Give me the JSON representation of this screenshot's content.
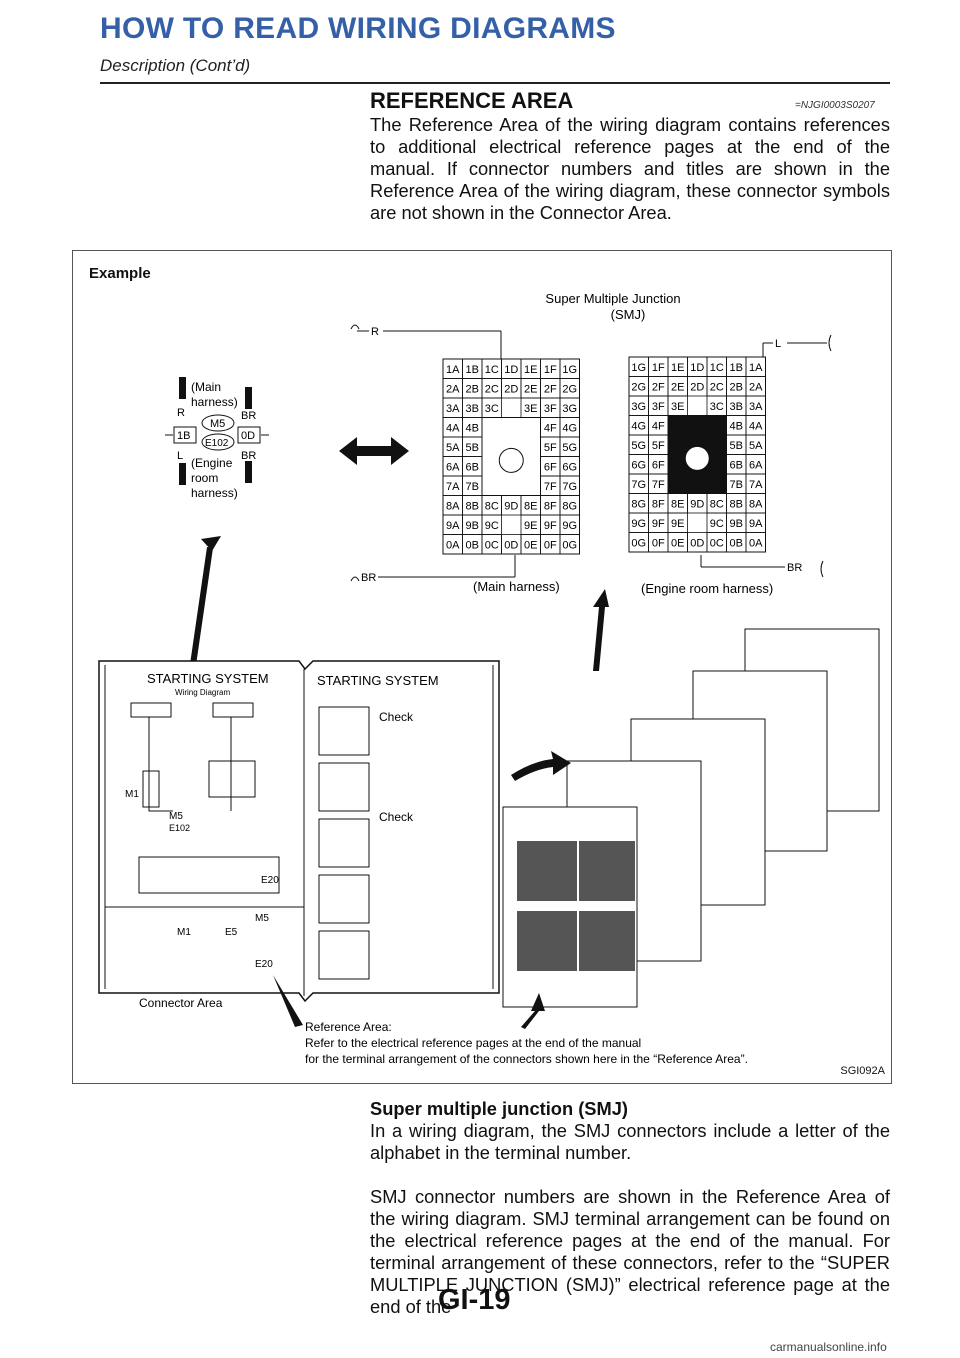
{
  "header": {
    "title": "HOW TO READ WIRING DIAGRAMS",
    "subtitle": "Description (Cont’d)"
  },
  "section": {
    "heading": "REFERENCE AREA",
    "code": "=NJGI0003S0207",
    "paragraph": "The Reference Area of the wiring diagram contains references to additional electrical reference pages at the end of the manual. If connector numbers and titles are shown in the Reference Area of the wiring diagram, these connector symbols are not shown in the Connector Area."
  },
  "figure": {
    "example_label": "Example",
    "smj_title_line1": "Super Multiple Junction",
    "smj_title_line2": "(SMJ)",
    "main_harness_caption": "(Main harness)",
    "engine_harness_caption": "(Engine room harness)",
    "connector_label": {
      "main": "(Main",
      "harness": "harness)",
      "engine": "(Engine",
      "room": "room",
      "harness2": "harness)",
      "m5": "M5",
      "e102": "E102",
      "pin_left": "1B",
      "pin_right": "0D",
      "color_r": "R",
      "color_l": "L",
      "color_br1": "BR",
      "color_br2": "BR"
    },
    "wire_r": "R",
    "wire_br_left": "BR",
    "wire_l": "L",
    "wire_br_right": "BR",
    "main_grid": [
      [
        "1A",
        "1B",
        "1C",
        "1D",
        "1E",
        "1F",
        "1G"
      ],
      [
        "2A",
        "2B",
        "2C",
        "2D",
        "2E",
        "2F",
        "2G"
      ],
      [
        "3A",
        "3B",
        "3C",
        "",
        "3E",
        "3F",
        "3G"
      ],
      [
        "4A",
        "4B",
        "",
        "",
        "",
        "4F",
        "4G"
      ],
      [
        "5A",
        "5B",
        "",
        "",
        "",
        "5F",
        "5G"
      ],
      [
        "6A",
        "6B",
        "",
        "",
        "",
        "6F",
        "6G"
      ],
      [
        "7A",
        "7B",
        "",
        "",
        "",
        "7F",
        "7G"
      ],
      [
        "8A",
        "8B",
        "8C",
        "9D",
        "8E",
        "8F",
        "8G"
      ],
      [
        "9A",
        "9B",
        "9C",
        "",
        "9E",
        "9F",
        "9G"
      ],
      [
        "0A",
        "0B",
        "0C",
        "0D",
        "0E",
        "0F",
        "0G"
      ]
    ],
    "engine_grid": [
      [
        "1G",
        "1F",
        "1E",
        "1D",
        "1C",
        "1B",
        "1A"
      ],
      [
        "2G",
        "2F",
        "2E",
        "2D",
        "2C",
        "2B",
        "2A"
      ],
      [
        "3G",
        "3F",
        "3E",
        "",
        "3C",
        "3B",
        "3A"
      ],
      [
        "4G",
        "4F",
        "",
        "",
        "",
        "4B",
        "4A"
      ],
      [
        "5G",
        "5F",
        "",
        "",
        "",
        "5B",
        "5A"
      ],
      [
        "6G",
        "6F",
        "",
        "",
        "",
        "6B",
        "6A"
      ],
      [
        "7G",
        "7F",
        "",
        "",
        "",
        "7B",
        "7A"
      ],
      [
        "8G",
        "8F",
        "8E",
        "9D",
        "8C",
        "8B",
        "8A"
      ],
      [
        "9G",
        "9F",
        "9E",
        "",
        "9C",
        "9B",
        "9A"
      ],
      [
        "0G",
        "0F",
        "0E",
        "0D",
        "0C",
        "0B",
        "0A"
      ]
    ],
    "book": {
      "left_title": "STARTING SYSTEM",
      "left_subtitle": "Wiring Diagram",
      "right_title": "STARTING SYSTEM",
      "check1": "Check",
      "check2": "Check",
      "m1": "M1",
      "m5": "M5",
      "e102": "E102",
      "e20": "E20",
      "e5": "E5",
      "m5_ref": "M5",
      "e20_ref": "E20"
    },
    "connector_area_label": "Connector Area",
    "reference_area_line1": "Reference Area:",
    "reference_area_line2": "Refer to the electrical reference pages at the end of the manual",
    "reference_area_line3": "for the terminal arrangement of the connectors shown here in the “Reference Area”.",
    "figure_code": "SGI092A"
  },
  "smj": {
    "heading": "Super multiple junction (SMJ)",
    "paragraph1": "In a wiring diagram, the SMJ connectors include a letter of the alphabet in the terminal number.",
    "paragraph2": "SMJ connector numbers are shown in the Reference Area of the wiring diagram. SMJ terminal arrangement can be found on the electrical reference pages at the end of the manual. For terminal arrangement of these connectors, refer to the “SUPER MULTIPLE JUNCTION (SMJ)” electrical reference page at the end of the"
  },
  "footer": {
    "page": "GI-19",
    "watermark": "carmanualsonline.info"
  }
}
